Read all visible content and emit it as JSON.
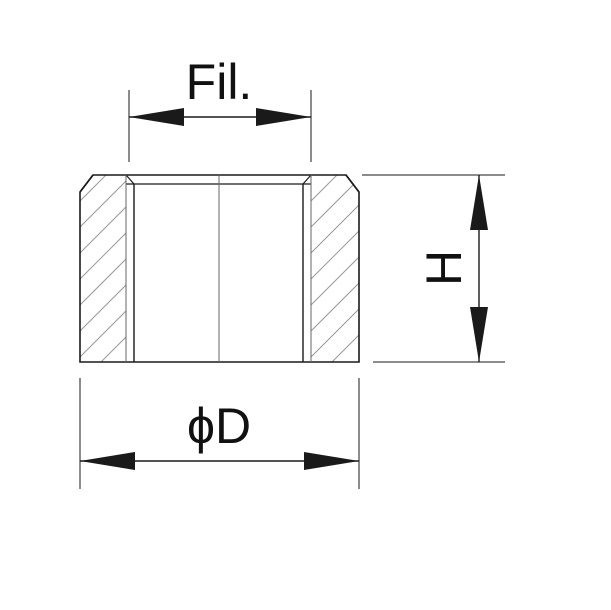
{
  "drawing": {
    "fil_label": "Fil.",
    "diameter_label": "ϕD",
    "height_label": "H",
    "line_color": "#1a1a1a",
    "hatch_color": "#9a9a9a",
    "thread_color": "#666666"
  }
}
